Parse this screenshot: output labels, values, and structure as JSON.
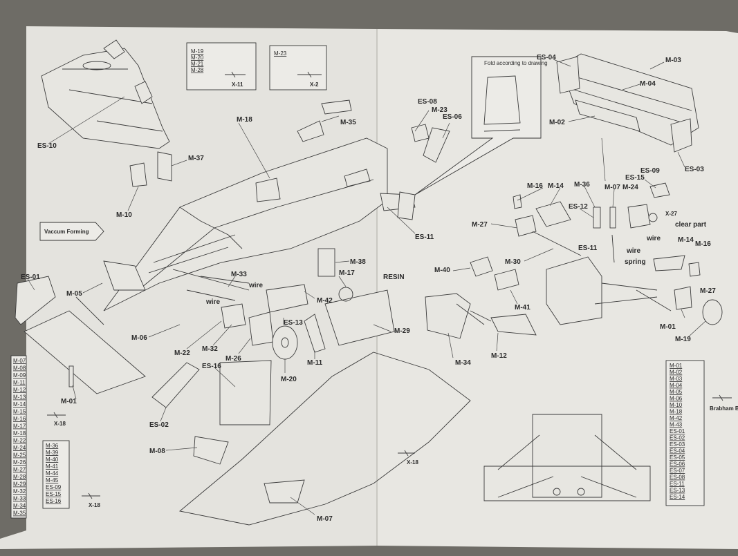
{
  "labels": {
    "es10": "ES-10",
    "m37": "M-37",
    "m10_top": "M-10",
    "m18": "M-18",
    "m35": "M-35",
    "es08": "ES-08",
    "m23": "M-23",
    "es06": "ES-06",
    "es04": "ES-04",
    "m03": "M-03",
    "m04": "M-04",
    "m02": "M-02",
    "es03": "ES-03",
    "es09": "ES-09",
    "es15": "ES-15",
    "m16_a": "M-16",
    "m14_a": "M-14",
    "m36": "M-36",
    "m07_a": "M-07",
    "m24": "M-24",
    "es12": "ES-12",
    "clear_part": "clear part",
    "m27_a": "M-27",
    "es11_a": "ES-11",
    "es11_b": "ES-11",
    "wire_a": "wire",
    "m30": "M-30",
    "spring": "spring",
    "m14_b": "M-14",
    "m16_b": "M-16",
    "m27_b": "M-27",
    "m01_a": "M-01",
    "m19": "M-19",
    "es01": "ES-01",
    "m05": "M-05",
    "m33": "M-33",
    "wire_b": "wire",
    "wire_c": "wire",
    "m38": "M-38",
    "m17": "M-17",
    "resin": "RESIN",
    "m42": "M-42",
    "m40": "M-40",
    "m41": "M-41",
    "m06": "M-06",
    "es13": "ES-13",
    "m29": "M-29",
    "m22": "M-22",
    "m32": "M-32",
    "m26": "M-26",
    "m11": "M-11",
    "m34": "M-34",
    "m12": "M-12",
    "es16": "ES-16",
    "m20": "M-20",
    "m01_b": "M-01",
    "es02": "ES-02",
    "m08": "M-08",
    "m07_b": "M-07",
    "vaccum": "Vaccum Forming",
    "fold": "Fold according to drawing",
    "x18_a": "X-18",
    "x18_b": "X-18",
    "x18_c": "X-18",
    "x11": "X-11",
    "x2": "X-2",
    "x27": "X-27",
    "brabham": "Brabham Blu"
  },
  "paint_boxes": {
    "top_a": [
      "M-19",
      "M-20",
      "M-21",
      "M-28"
    ],
    "top_b": [
      "M-23"
    ],
    "left_a": [
      "M-07",
      "M-08",
      "M-09",
      "M-11",
      "M-12",
      "M-13",
      "M-14",
      "M-15",
      "M-16",
      "M-17",
      "M-18",
      "M-22",
      "M-24",
      "M-25",
      "M-26",
      "M-27",
      "M-28",
      "M-29",
      "M-32",
      "M-33",
      "M-34",
      "M-35"
    ],
    "left_b": [
      "M-36",
      "M-39",
      "M-40",
      "M-41",
      "M-44",
      "M-45",
      "ES-09",
      "ES-15",
      "ES-16"
    ],
    "right": [
      "M-01",
      "M-02",
      "M-03",
      "M-04",
      "M-05",
      "M-06",
      "M-10",
      "M-18",
      "M-42",
      "M-43",
      "ES-01",
      "ES-02",
      "ES-03",
      "ES-04",
      "ES-05",
      "ES-06",
      "ES-07",
      "ES-08",
      "ES-11",
      "ES-13",
      "ES-14"
    ]
  }
}
